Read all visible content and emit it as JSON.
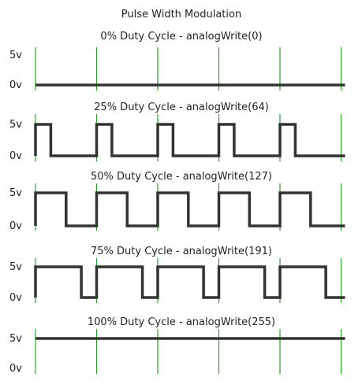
{
  "title": "Pulse Width Modulation",
  "level_labels": {
    "high": "5v",
    "low": "0v"
  },
  "colors": {
    "wave": "#333333",
    "grid": "#2ca02c",
    "text": "#222222"
  },
  "chart_data": {
    "type": "line",
    "title": "Pulse Width Modulation",
    "periods": 5,
    "panels": [
      {
        "title": "0% Duty Cycle - analogWrite(0)",
        "duty": 0.0
      },
      {
        "title": "25% Duty Cycle - analogWrite(64)",
        "duty": 0.25
      },
      {
        "title": "50% Duty Cycle - analogWrite(127)",
        "duty": 0.5
      },
      {
        "title": "75% Duty Cycle - analogWrite(191)",
        "duty": 0.75
      },
      {
        "title": "100% Duty Cycle - analogWrite(255)",
        "duty": 1.0
      }
    ]
  }
}
